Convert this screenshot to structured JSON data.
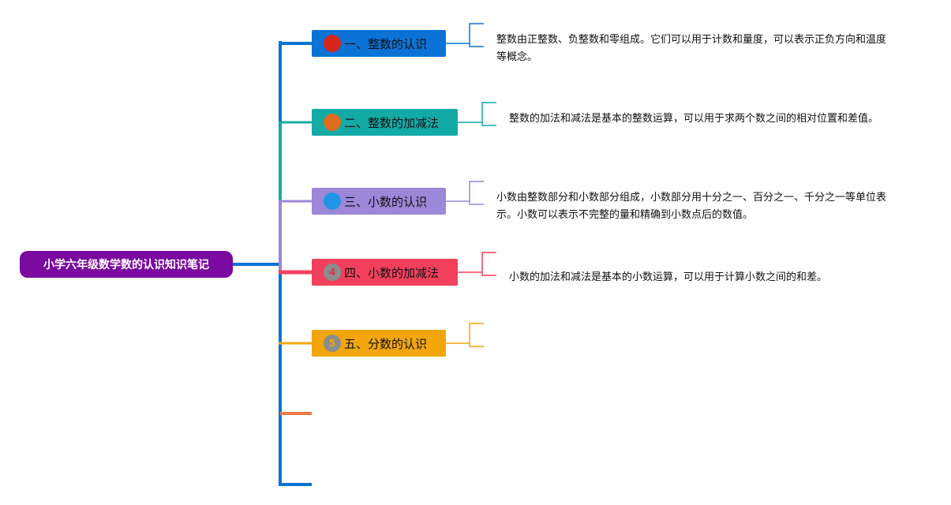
{
  "root": {
    "title": "小学六年级数学数的认识知识笔记",
    "color": "#7a0aa0"
  },
  "branches": [
    {
      "index": "1",
      "title": "一、整数的认识",
      "color": "#0b73d6",
      "badge_color": "#d6261c",
      "badge_text_color": "#d6261c",
      "note": "整数由正整数、负整数和零组成。它们可以用于计数和量度，可以表示正负方向和温度等概念。"
    },
    {
      "index": "2",
      "title": "二、整数的加减法",
      "color": "#14aaa6",
      "badge_color": "#e06c1f",
      "badge_text_color": "#e06c1f",
      "note": "整数的加法和减法是基本的整数运算，可以用于求两个数之间的相对位置和差值。"
    },
    {
      "index": "3",
      "title": "三、小数的认识",
      "color": "#9c87d8",
      "badge_color": "#2196e8",
      "badge_text_color": "#2196e8",
      "note": "小数由整数部分和小数部分组成，小数部分用十分之一、百分之一、千分之一等单位表示。小数可以表示不完整的量和精确到小数点后的数值。"
    },
    {
      "index": "4",
      "title": "四、小数的加减法",
      "color": "#f2405c",
      "badge_color": "#8c8c8c",
      "badge_text_color": "#d9364f",
      "note": "小数的加法和减法是基本的小数运算，可以用于计算小数之间的和差。"
    },
    {
      "index": "5",
      "title": "五、分数的认识",
      "color": "#f2a60c",
      "badge_color": "#8c8c8c",
      "badge_text_color": "#f2a60c",
      "note": ""
    }
  ],
  "extra_stubs": [
    {
      "color": "#ef7b45"
    },
    {
      "color": "#0b73d6"
    }
  ]
}
